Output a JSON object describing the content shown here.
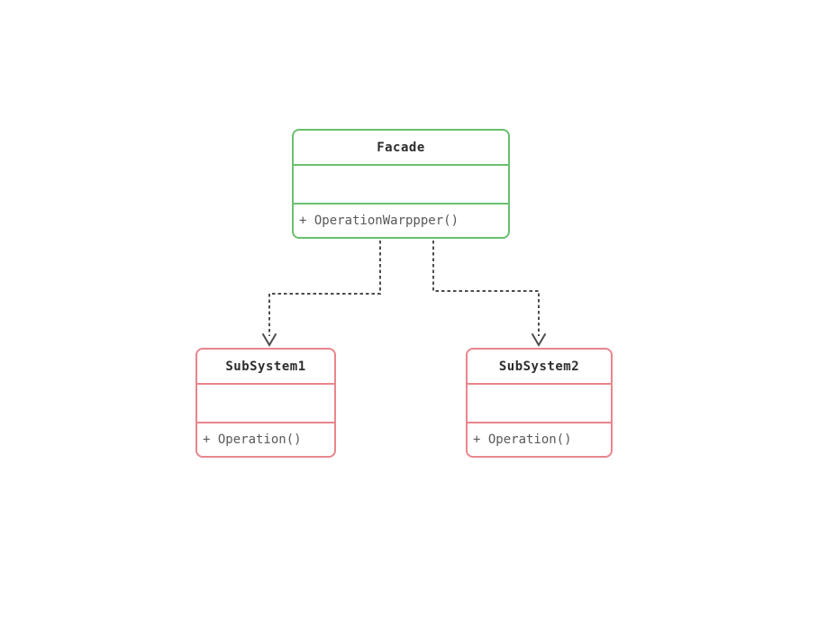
{
  "canvas": {
    "background": "#ffffff"
  },
  "classes": [
    {
      "id": "facade",
      "name": "Facade",
      "attributes": "",
      "methods": [
        "+ OperationWarppper()"
      ],
      "border_color": "#6abf6e"
    },
    {
      "id": "subsystem1",
      "name": "SubSystem1",
      "attributes": "",
      "methods": [
        "+ Operation()"
      ],
      "border_color": "#ea858c"
    },
    {
      "id": "subsystem2",
      "name": "SubSystem2",
      "attributes": "",
      "methods": [
        "+ Operation()"
      ],
      "border_color": "#ea858c"
    }
  ],
  "connectors": [
    {
      "from": "Facade",
      "to": "SubSystem1",
      "line_style": "dashed",
      "arrow": "open-v",
      "color": "#4d4d4d"
    },
    {
      "from": "Facade",
      "to": "SubSystem2",
      "line_style": "dashed",
      "arrow": "open-v",
      "color": "#4d4d4d"
    }
  ]
}
